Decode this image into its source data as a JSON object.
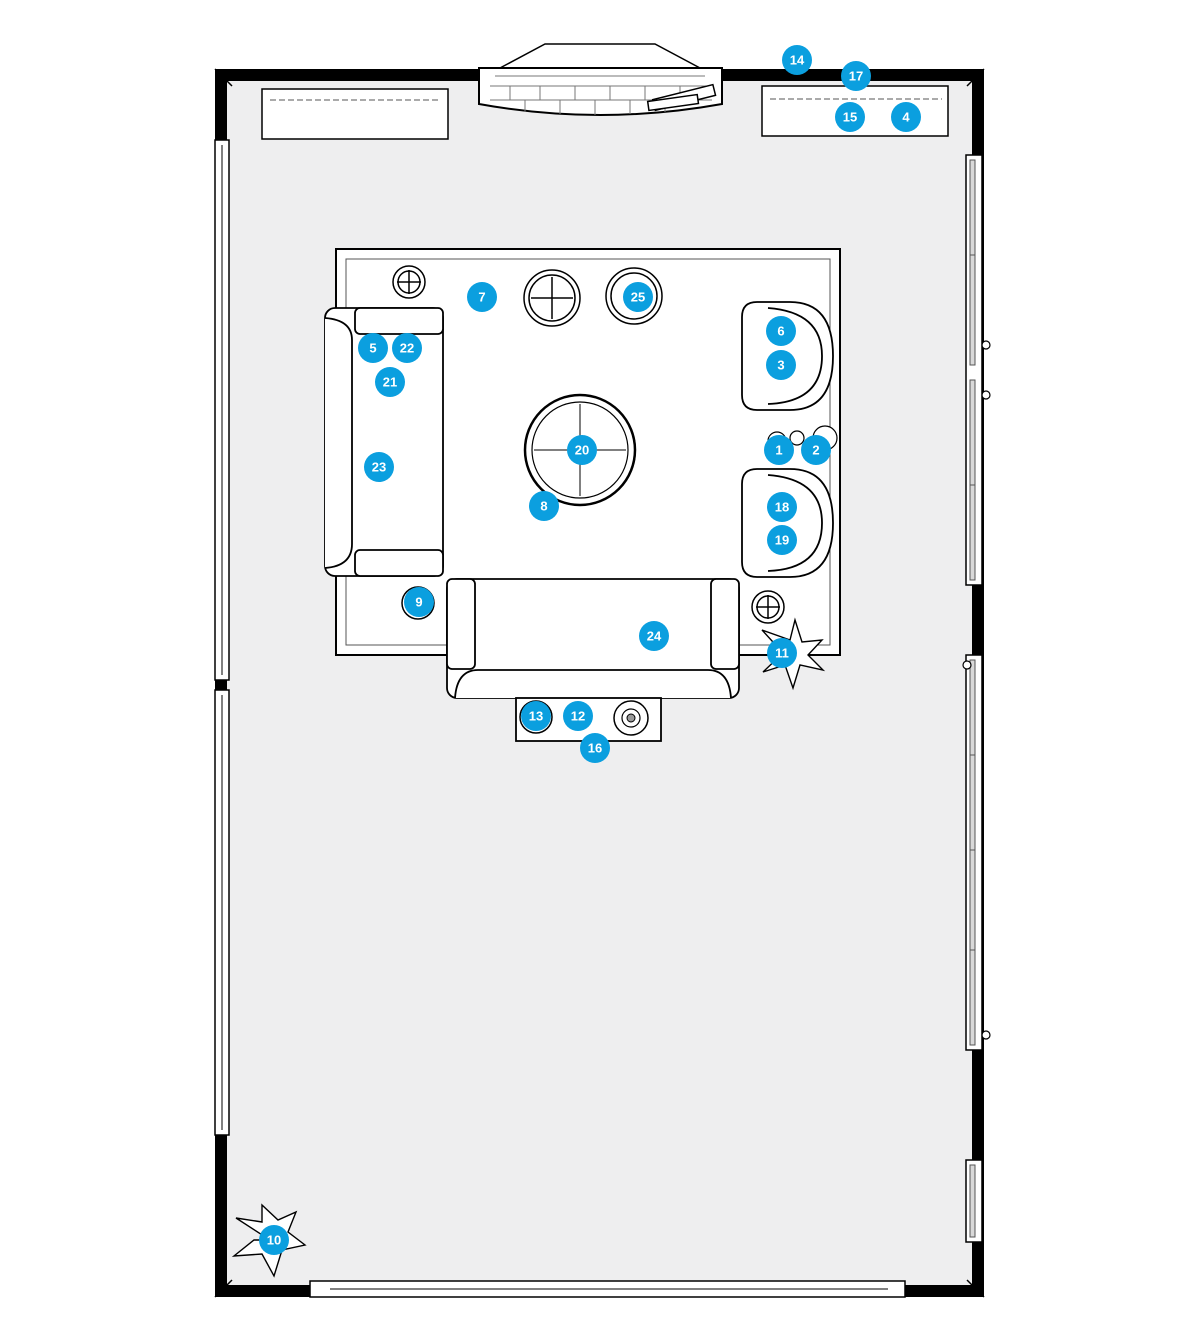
{
  "floor_plan": {
    "colors": {
      "wall": "#000000",
      "floor": "#eeeeef",
      "rug": "#ffffff",
      "marker": "#0b9fdf",
      "marker_text": "#ffffff"
    },
    "markers": [
      {
        "label": "1",
        "item": "item-1"
      },
      {
        "label": "2",
        "item": "item-2"
      },
      {
        "label": "3",
        "item": "item-3"
      },
      {
        "label": "4",
        "item": "item-4"
      },
      {
        "label": "5",
        "item": "item-5"
      },
      {
        "label": "6",
        "item": "item-6"
      },
      {
        "label": "7",
        "item": "item-7"
      },
      {
        "label": "8",
        "item": "item-8"
      },
      {
        "label": "9",
        "item": "item-9"
      },
      {
        "label": "10",
        "item": "item-10"
      },
      {
        "label": "11",
        "item": "item-11"
      },
      {
        "label": "12",
        "item": "item-12"
      },
      {
        "label": "13",
        "item": "item-13"
      },
      {
        "label": "14",
        "item": "item-14"
      },
      {
        "label": "15",
        "item": "item-15"
      },
      {
        "label": "16",
        "item": "item-16"
      },
      {
        "label": "17",
        "item": "item-17"
      },
      {
        "label": "18",
        "item": "item-18"
      },
      {
        "label": "19",
        "item": "item-19"
      },
      {
        "label": "20",
        "item": "item-20"
      },
      {
        "label": "21",
        "item": "item-21"
      },
      {
        "label": "22",
        "item": "item-22"
      },
      {
        "label": "23",
        "item": "item-23"
      },
      {
        "label": "24",
        "item": "item-24"
      },
      {
        "label": "25",
        "item": "item-25"
      }
    ]
  }
}
